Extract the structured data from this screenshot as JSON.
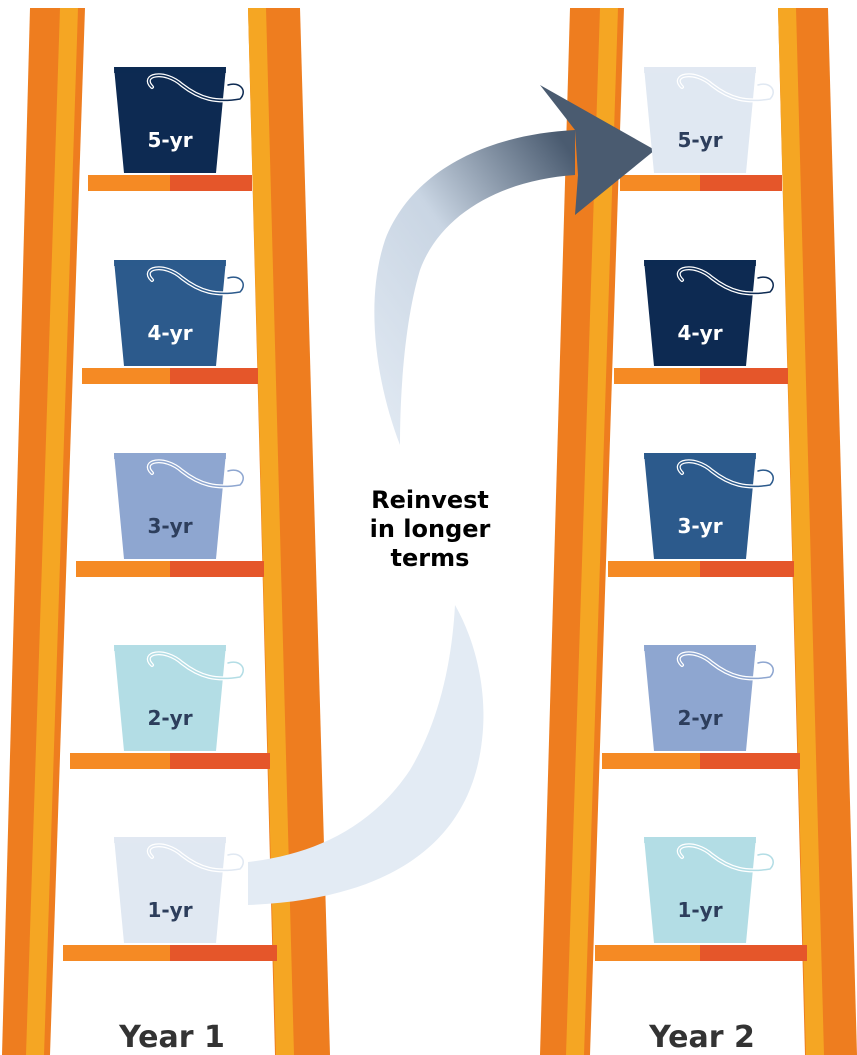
{
  "ladders": [
    {
      "caption": "Year 1",
      "buckets": [
        {
          "label": "5-yr",
          "fill": "#0d2a52",
          "text": "#ffffff",
          "handle": "#ffffff"
        },
        {
          "label": "4-yr",
          "fill": "#2c5a8c",
          "text": "#ffffff",
          "handle": "#ffffff"
        },
        {
          "label": "3-yr",
          "fill": "#8ea6d0",
          "text": "#2d3e5c",
          "handle": "#ffffff"
        },
        {
          "label": "2-yr",
          "fill": "#b3dde5",
          "text": "#2d3e5c",
          "handle": "#ffffff"
        },
        {
          "label": "1-yr",
          "fill": "#e0e8f2",
          "text": "#2d3e5c",
          "handle": "#ffffff"
        }
      ]
    },
    {
      "caption": "Year 2",
      "buckets": [
        {
          "label": "5-yr",
          "fill": "#e0e8f2",
          "text": "#2d3e5c",
          "handle": "#ffffff"
        },
        {
          "label": "4-yr",
          "fill": "#0d2a52",
          "text": "#ffffff",
          "handle": "#ffffff"
        },
        {
          "label": "3-yr",
          "fill": "#2c5a8c",
          "text": "#ffffff",
          "handle": "#ffffff"
        },
        {
          "label": "2-yr",
          "fill": "#8ea6d0",
          "text": "#2d3e5c",
          "handle": "#ffffff"
        },
        {
          "label": "1-yr",
          "fill": "#b3dde5",
          "text": "#2d3e5c",
          "handle": "#ffffff"
        }
      ]
    }
  ],
  "arrow": {
    "text_lines": [
      "Reinvest",
      "in longer",
      "terms"
    ]
  },
  "colors": {
    "rail_dark": "#ee7d1f",
    "rail_light": "#f5a623",
    "rung_left": "#f58a24",
    "rung_right": "#e5562a",
    "arrow_light": "#e3ebf4",
    "arrow_dark": "#4a5b70"
  }
}
